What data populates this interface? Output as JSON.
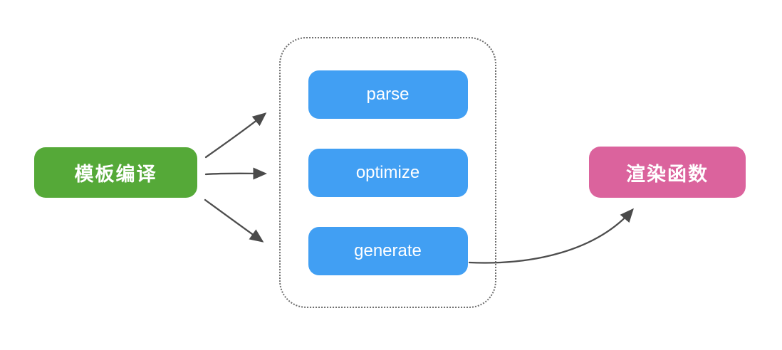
{
  "diagram": {
    "title": "template-compilation-flow",
    "source_node": {
      "label": "模板编译",
      "color": "#55a938",
      "text_color": "#ffffff"
    },
    "phase_container": {
      "border_style": "dotted",
      "border_color": "#6e6e6e",
      "steps": [
        {
          "label": "parse"
        },
        {
          "label": "optimize"
        },
        {
          "label": "generate"
        }
      ],
      "step_color": "#419ff3",
      "step_text_color": "#ffffff"
    },
    "target_node": {
      "label": "渲染函数",
      "color": "#db639d",
      "text_color": "#ffffff"
    },
    "edges": [
      {
        "from": "模板编译",
        "to": "parse"
      },
      {
        "from": "模板编译",
        "to": "optimize"
      },
      {
        "from": "模板编译",
        "to": "generate"
      },
      {
        "from": "generate",
        "to": "渲染函数"
      }
    ],
    "arrow_color": "#4d4d4d"
  }
}
